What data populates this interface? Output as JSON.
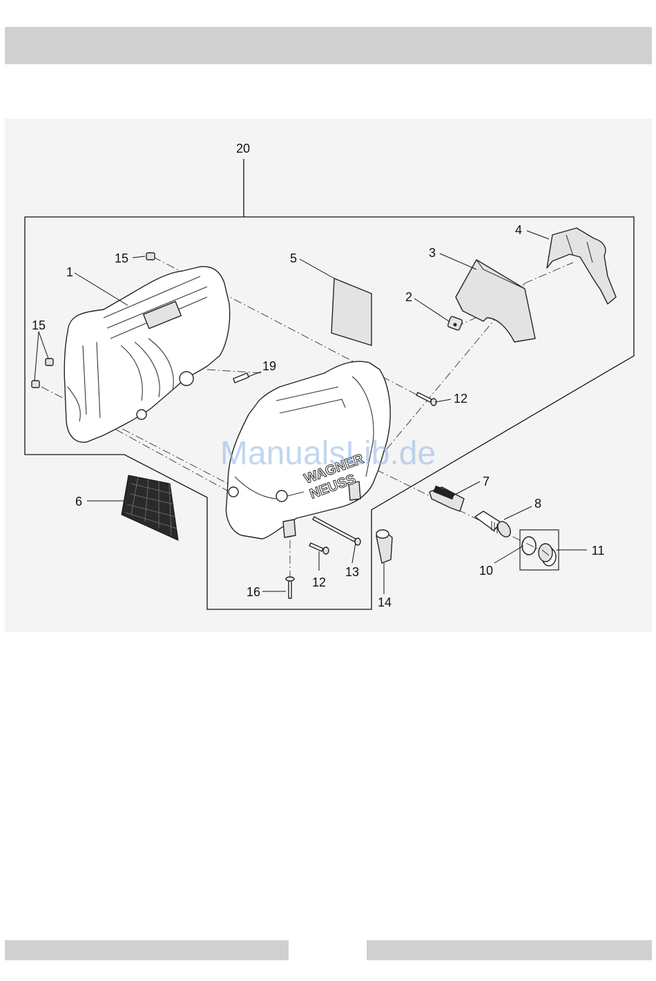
{
  "callouts": {
    "c1": "1",
    "c2": "2",
    "c3": "3",
    "c4": "4",
    "c5": "5",
    "c6": "6",
    "c7": "7",
    "c8": "8",
    "c10": "10",
    "c11": "11",
    "c12a": "12",
    "c12b": "12",
    "c13": "13",
    "c14": "14",
    "c15a": "15",
    "c15b": "15",
    "c16": "16",
    "c19": "19",
    "c20": "20"
  },
  "watermark": "ManualsLib.de",
  "brand_text": {
    "line1": "WAGNER",
    "line2": "NEUSS"
  }
}
